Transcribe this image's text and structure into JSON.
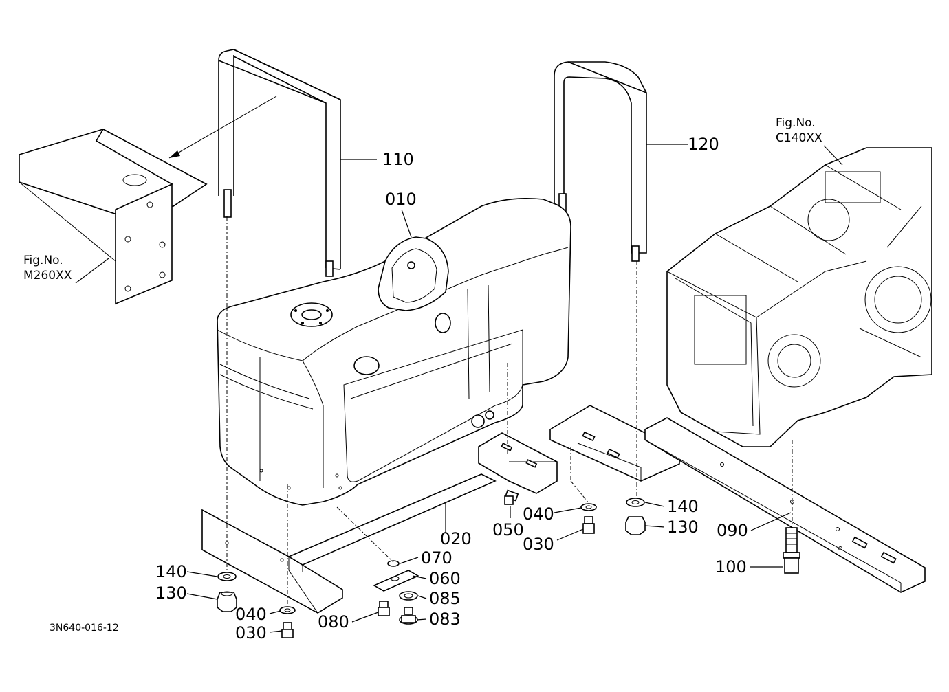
{
  "drawing_code": "3N640-016-12",
  "refs": {
    "m260": [
      "Fig.No.",
      "M260XX"
    ],
    "c140": [
      "Fig.No.",
      "C140XX"
    ]
  },
  "callouts": {
    "p010": "010",
    "p020": "020",
    "p030a": "030",
    "p030b": "030",
    "p040a": "040",
    "p040b": "040",
    "p050": "050",
    "p060": "060",
    "p070": "070",
    "p080": "080",
    "p083": "083",
    "p085": "085",
    "p090": "090",
    "p100": "100",
    "p110": "110",
    "p120": "120",
    "p130a": "130",
    "p130b": "130",
    "p140a": "140",
    "p140b": "140"
  }
}
